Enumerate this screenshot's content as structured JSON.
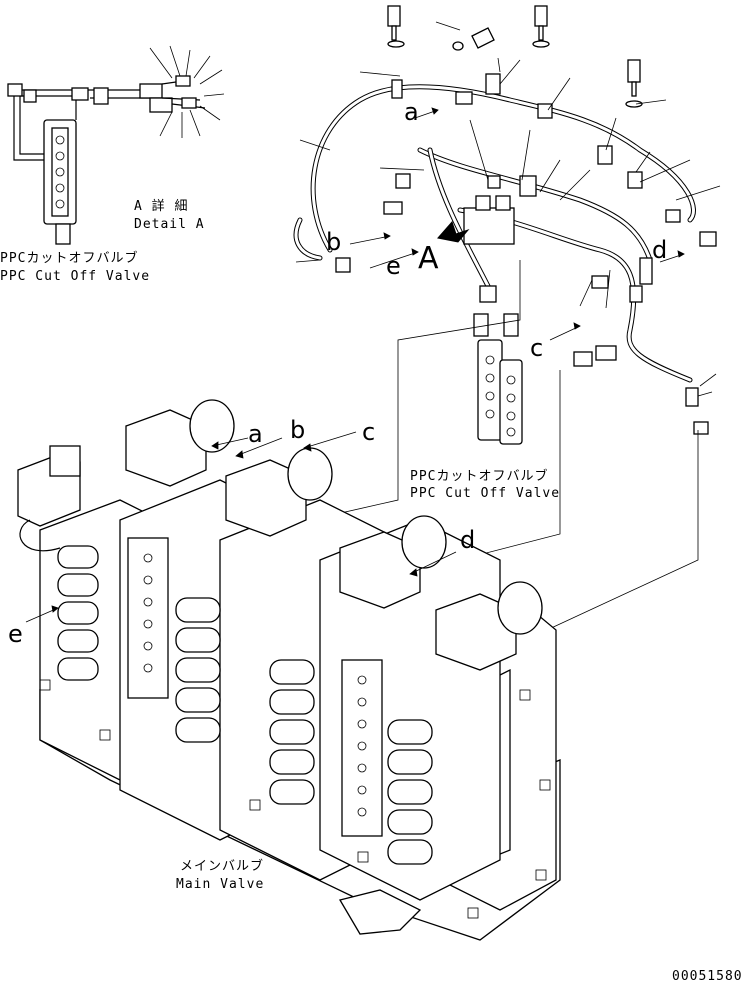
{
  "labels": {
    "detail_a_jp": "A 詳 細",
    "detail_a_en": "Detail A",
    "ppc_cutoff_top_jp": "PPCカットオフバルブ",
    "ppc_cutoff_top_en": "PPC Cut Off Valve",
    "ppc_cutoff_mid_jp": "PPCカットオフバルブ",
    "ppc_cutoff_mid_en": "PPC Cut Off Valve",
    "main_valve_jp": "メインバルブ",
    "main_valve_en": "Main Valve",
    "view_arrow": "A",
    "part_number": "00051580"
  },
  "connection_letters": {
    "upper": [
      "a",
      "b",
      "c",
      "d",
      "e"
    ],
    "lower": [
      "a",
      "b",
      "c",
      "d",
      "e"
    ]
  }
}
